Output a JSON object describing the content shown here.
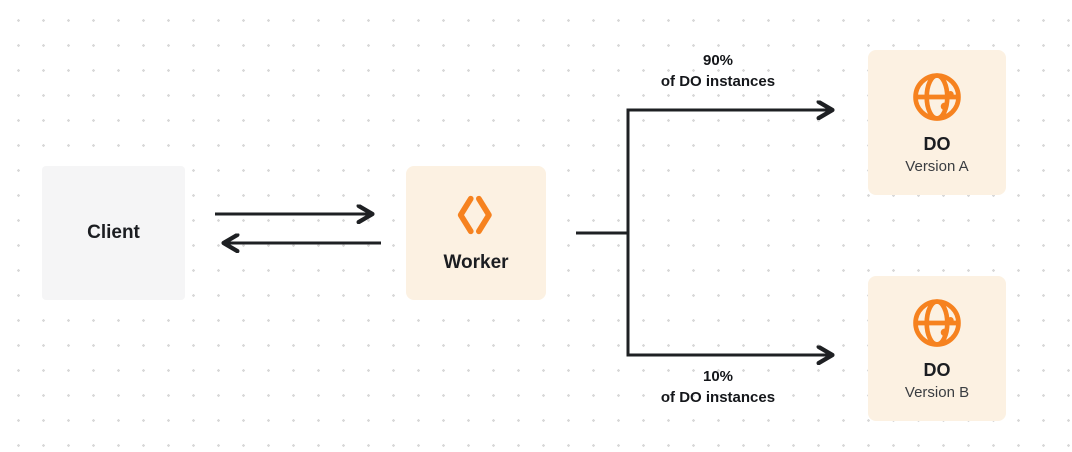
{
  "nodes": {
    "client": {
      "label": "Client"
    },
    "worker": {
      "label": "Worker",
      "icon": "workers-chevrons-icon"
    },
    "do_a": {
      "title": "DO",
      "subtitle": "Version A",
      "icon": "globe-icon"
    },
    "do_b": {
      "title": "DO",
      "subtitle": "Version B",
      "icon": "globe-icon"
    }
  },
  "branches": {
    "a": {
      "percent": "90%",
      "caption": "of DO instances"
    },
    "b": {
      "percent": "10%",
      "caption": "of DO instances"
    }
  },
  "connections": {
    "client_to_worker": "request arrow (right)",
    "worker_to_client": "response arrow (left)",
    "worker_to_do_a": "branch arrow to DO Version A",
    "worker_to_do_b": "branch arrow to DO Version B"
  },
  "colors": {
    "accent_orange": "#f6821f",
    "node_cream": "#fcf1e2",
    "node_gray": "#f5f5f6",
    "connector": "#1e2023",
    "background_dot": "#d9d9d9"
  }
}
